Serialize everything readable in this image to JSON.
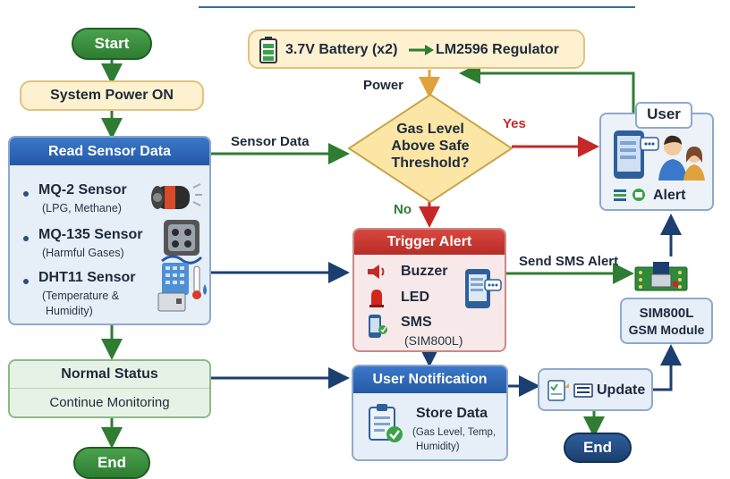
{
  "nodes": {
    "start": "Start",
    "power_on": "System Power ON",
    "read_sensor": {
      "title": "Read Sensor Data",
      "sensors": [
        {
          "name": "MQ-2 Sensor",
          "detail": "(LPG, Methane)"
        },
        {
          "name": "MQ-135 Sensor",
          "detail": "(Harmful Gases)"
        },
        {
          "name": "DHT11 Sensor",
          "detail_line1": "(Temperature &",
          "detail_line2": "Humidity)"
        }
      ]
    },
    "normal_status": {
      "title": "Normal Status",
      "subtitle": "Continue Monitoring"
    },
    "end_left": "End",
    "battery": {
      "battery_label": "3.7V Battery (x2)",
      "regulator_label": "LM2596 Regulator"
    },
    "decision": {
      "line1": "Gas Level",
      "line2": "Above Safe",
      "line3": "Threshold?"
    },
    "trigger_alert": {
      "title": "Trigger Alert",
      "items": [
        "Buzzer",
        "LED",
        "SMS"
      ],
      "sms_detail": "(SIM800L)"
    },
    "user_notification": {
      "title": "User Notification",
      "store_data": "Store Data",
      "store_detail_1": "(Gas Level, Temp,",
      "store_detail_2": "Humidity)"
    },
    "update": "Update",
    "end_right": "End",
    "gsm": {
      "line1": "SIM800L",
      "line2": "GSM Module"
    },
    "user": {
      "title": "User",
      "alert": "Alert"
    }
  },
  "edge_labels": {
    "power": "Power",
    "sensor_data": "Sensor Data",
    "yes": "Yes",
    "no": "No",
    "send_sms_alert": "Send SMS Alert"
  },
  "colors": {
    "green": "#2e7d32",
    "blue_header": "#2459a6",
    "red_header": "#c0392b",
    "cream": "#fdf1d0",
    "navy": "#1b3f70",
    "yes_text": "#c62828",
    "no_text": "#2e7d32"
  }
}
